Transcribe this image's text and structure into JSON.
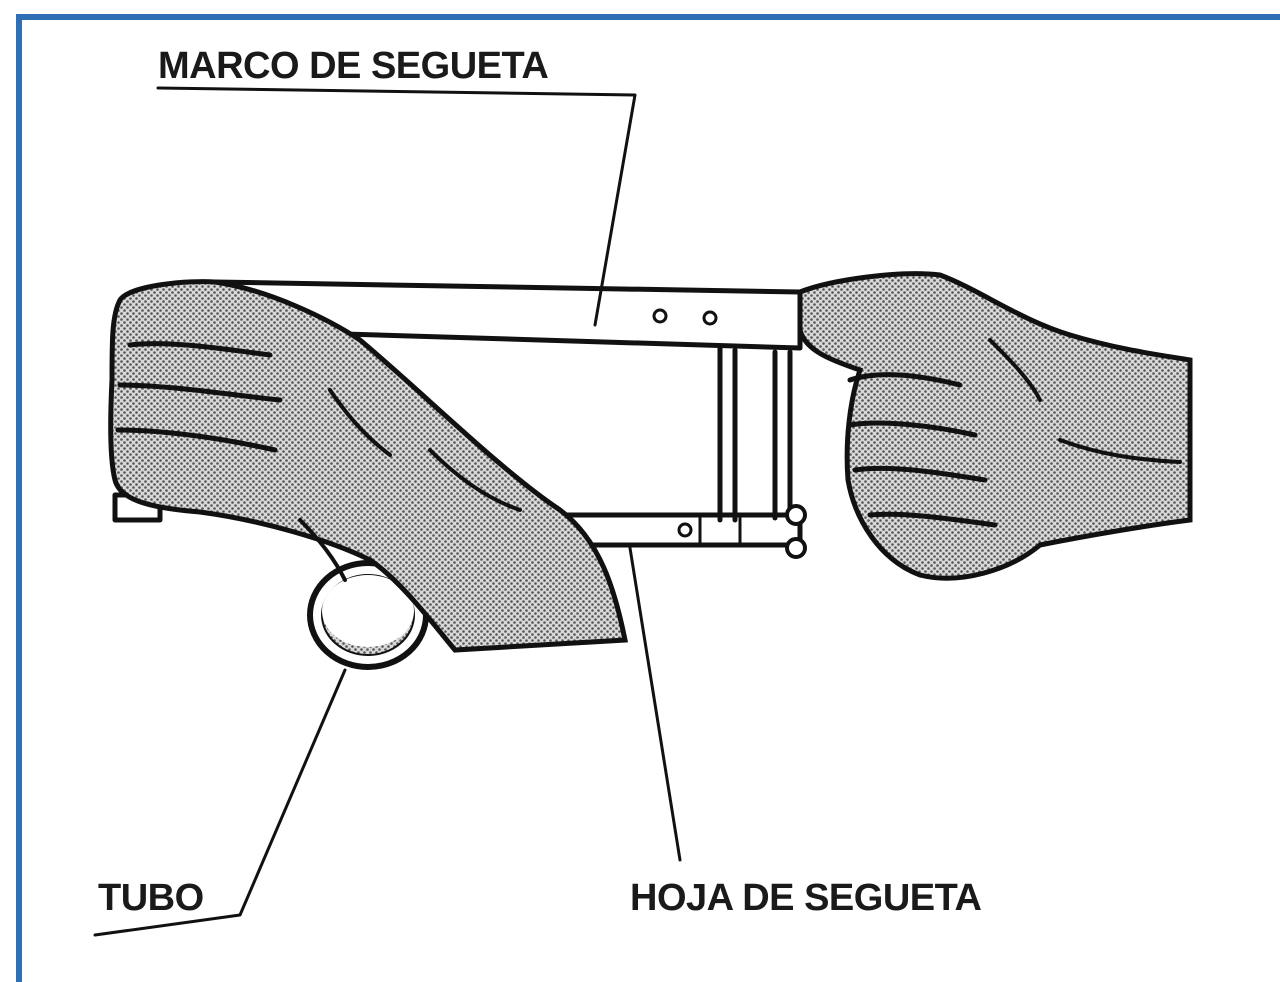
{
  "labels": {
    "frame": "MARCO DE SEGUETA",
    "tube": "TUBO",
    "blade": "HOJA DE SEGUETA"
  },
  "colors": {
    "border": "#2f6fb5",
    "ink": "#111111",
    "paper": "#ffffff",
    "skin_shade": "#9a9a9a"
  }
}
